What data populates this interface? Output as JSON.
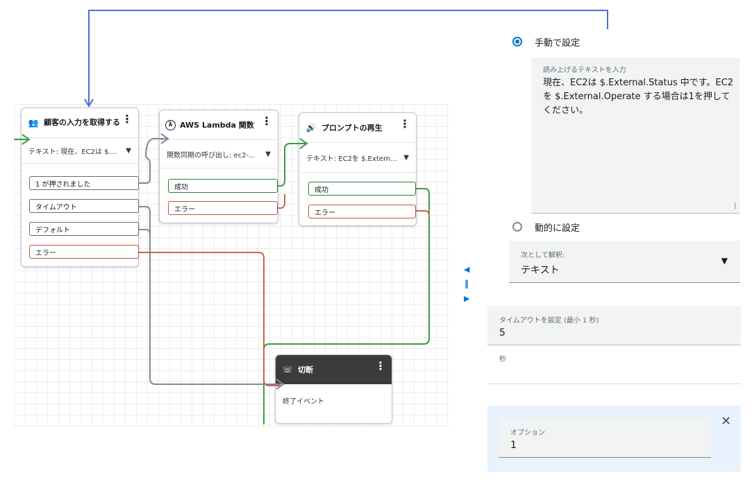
{
  "blocks": {
    "get_input": {
      "title": "顧客の入力を取得する",
      "subtitle": "テキスト: 現在、EC2は $....",
      "branches": [
        "1 が押されました",
        "タイムアウト",
        "デフォルト",
        "エラー"
      ]
    },
    "lambda": {
      "title": "AWS Lambda 関数",
      "subtitle": "関数同期の呼び出し: ec2-...",
      "branches": [
        "成功",
        "エラー"
      ]
    },
    "prompt": {
      "title": "プロンプトの再生",
      "subtitle": "テキスト: EC2を $.Extern...",
      "branches": [
        "成功",
        "エラー"
      ]
    },
    "disconnect": {
      "title": "切断",
      "subtitle": "終了イベント"
    }
  },
  "icons": {
    "get_input": "person-input-icon",
    "lambda": "lambda-icon",
    "prompt": "speaker-icon",
    "disconnect": "hangup-icon",
    "more": "kebab-menu-icon",
    "chevron": "chevron-down-icon",
    "close": "close-icon"
  },
  "panel": {
    "manual_label": "手動で設定",
    "textarea_label": "読み上げるテキストを入力",
    "textarea_value": "現在、EC2は $.External.Status 中です。EC2を $.External.Operate する場合は1を押してください。",
    "dynamic_label": "動的に設定",
    "interpret_label": "次として解釈:",
    "interpret_value": "テキスト",
    "timeout_label": "タイムアウトを設定 (最小 1 秒)",
    "timeout_value": "5",
    "timeout_unit": "秒",
    "option_label": "オプション",
    "option_value": "1"
  },
  "colors": {
    "accent": "#0972d3",
    "success_wire": "#3c9a3c",
    "error_wire": "#c9634b",
    "neutral_wire": "#7d8998",
    "top_wire": "#4a6fd1"
  }
}
